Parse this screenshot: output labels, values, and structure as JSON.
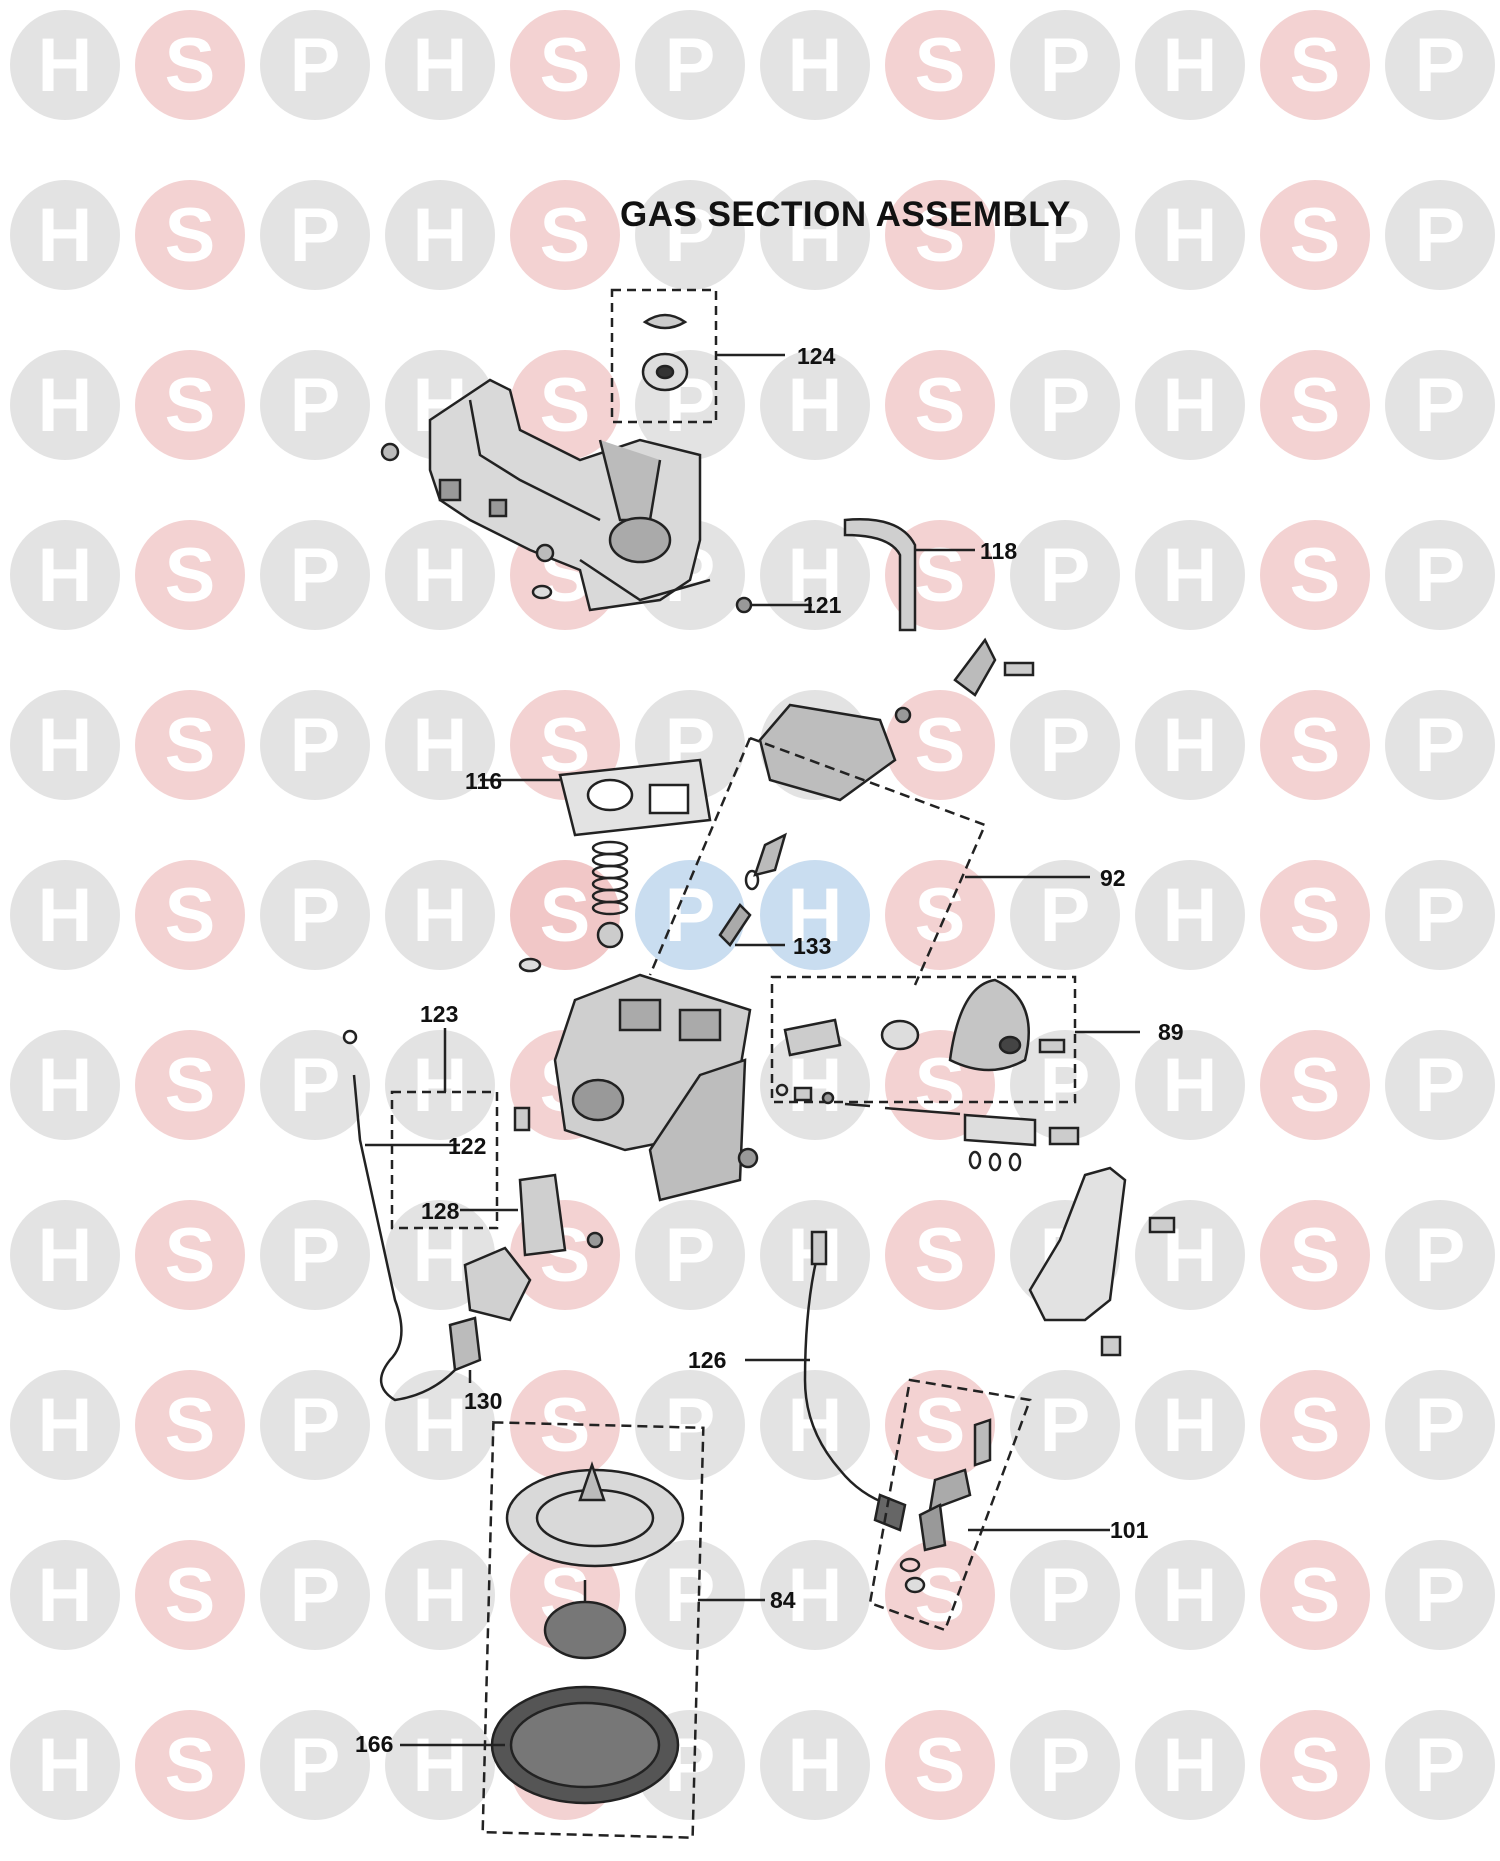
{
  "title": "GAS SECTION ASSEMBLY",
  "watermark": {
    "letters": [
      "H",
      "S",
      "P"
    ],
    "colors": {
      "H": "#e3e3e3",
      "S": "#f3d2d2",
      "P": "#e3e3e3"
    },
    "center_colors": {
      "H": "#c9ddf0",
      "S": "#f1c7c7",
      "P": "#c9ddf0"
    }
  },
  "callouts": [
    {
      "id": "124",
      "label": "124"
    },
    {
      "id": "118",
      "label": "118"
    },
    {
      "id": "121",
      "label": "121"
    },
    {
      "id": "116",
      "label": "116"
    },
    {
      "id": "92",
      "label": "92"
    },
    {
      "id": "133",
      "label": "133"
    },
    {
      "id": "123",
      "label": "123"
    },
    {
      "id": "89",
      "label": "89"
    },
    {
      "id": "122",
      "label": "122"
    },
    {
      "id": "128",
      "label": "128"
    },
    {
      "id": "126",
      "label": "126"
    },
    {
      "id": "130",
      "label": "130"
    },
    {
      "id": "101",
      "label": "101"
    },
    {
      "id": "84",
      "label": "84"
    },
    {
      "id": "166",
      "label": "166"
    }
  ]
}
